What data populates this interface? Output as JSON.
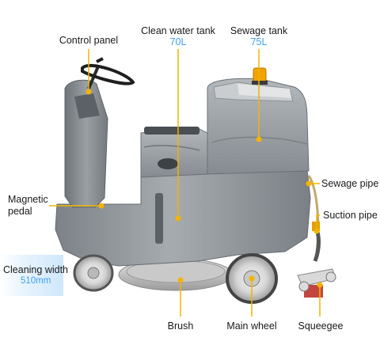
{
  "labels": {
    "control_panel": "Control panel",
    "clean_water_tank": "Clean water tank",
    "clean_water_capacity": "70L",
    "sewage_tank": "Sewage tank",
    "sewage_capacity": "75L",
    "sewage_pipe": "Sewage pipe",
    "magnetic_pedal": "Magnetic\npedal",
    "suction_pipe": "Suction pipe",
    "cleaning_width": "Cleaning width",
    "cleaning_width_value": "510mm",
    "brush": "Brush",
    "main_wheel": "Main wheel",
    "squeegee": "Squeegee"
  },
  "colors": {
    "body": "#8e9499",
    "body_dark": "#6f757a",
    "body_light": "#b8bdc1",
    "leader": "#f2b400",
    "value_text": "#3ea0ef",
    "width_band": "#cfe7fb"
  }
}
